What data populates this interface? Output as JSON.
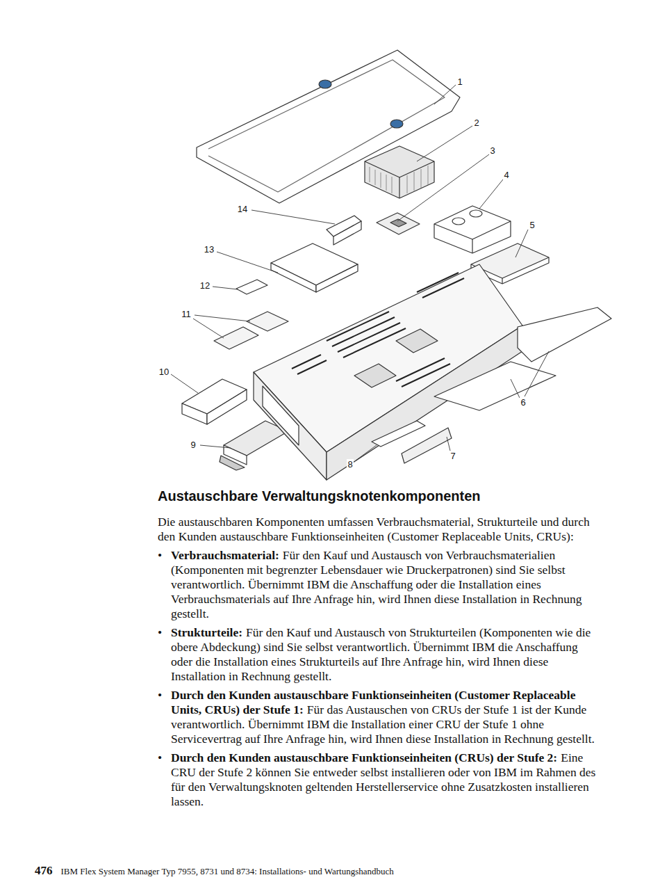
{
  "diagram": {
    "title": "Austauschbare Verwaltungsknotenkomponenten",
    "labels": [
      "1",
      "2",
      "3",
      "4",
      "5",
      "6",
      "7",
      "8",
      "9",
      "10",
      "11",
      "12",
      "13",
      "14",
      "Die austauschbaren Komponenten umfassen Verbrauchsmaterial, Strukturteile und durch den Kunden austauschbare Funktionseinheiten (Customer Replaceable Units, CRUs):",
      "•",
      "Verbrauchsmaterial:",
      "Für den Kauf und Austausch von Verbrauchsmaterialien (Komponenten mit begrenzter Lebensdauer wie Druckerpatronen) sind Sie selbst verantwortlich. Übernimmt IBM die Anschaffung oder die Installation eines Verbrauchsmaterials auf Ihre Anfrage hin, wird Ihnen diese Installation in Rechnung gestellt.",
      "•",
      "Strukturteile:",
      "Für den Kauf und Austausch von Strukturteilen (Komponenten wie die obere Abdeckung) sind Sie selbst verantwortlich. Übernimmt IBM die Anschaffung oder die Installation eines Strukturteils auf Ihre Anfrage hin, wird Ihnen diese Installation in Rechnung gestellt.",
      "•",
      "Durch den Kunden austauschbare Funktionseinheiten (Customer Replaceable Units, CRUs) der Stufe 1:",
      "Für das Austauschen von CRUs der Stufe 1 ist der Kunde verantwortlich. Übernimmt IBM die Installation einer CRU der Stufe 1 ohne Servicevertrag auf Ihre Anfrage hin, wird Ihnen diese Installation in Rechnung gestellt.",
      "•",
      "Durch den Kunden austauschbare Funktionseinheiten (CRUs) der Stufe 2:",
      "Eine CRU der Stufe 2 können Sie entweder selbst installieren oder von IBM im Rahmen des für den Verwaltungsknoten geltenden Herstellerservice ohne Zusatzkosten installieren lassen.",
      "476",
      "IBM Flex System Manager Typ 7955, 8731 und 8734: Installations- und Wartungshandbuch"
    ]
  }
}
